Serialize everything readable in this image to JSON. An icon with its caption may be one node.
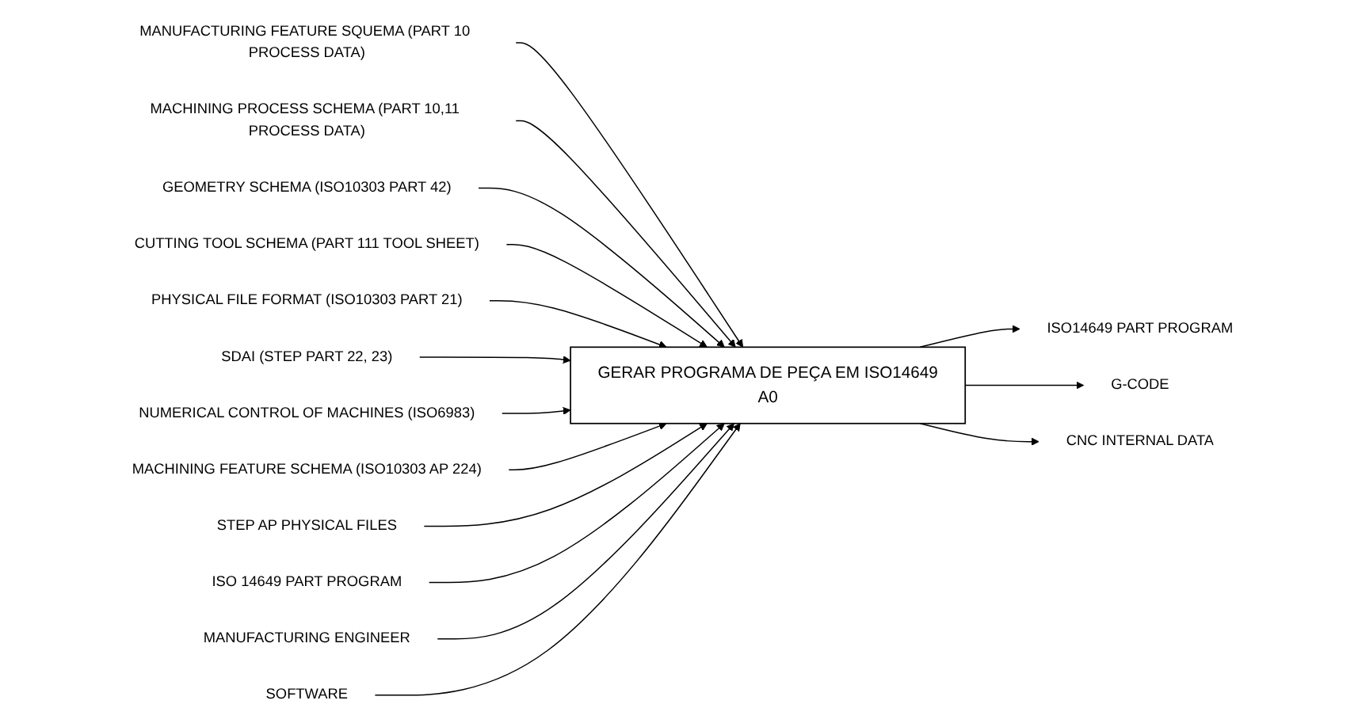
{
  "diagram": {
    "nodes": [
      {
        "text": [
          "MANUFACTURING FEATURE SQUEMA (PART 10 PROCESS DATA)"
        ]
      },
      {
        "text": [
          "MACHINING PROCESS SCHEMA (PART 10,11 PROCESS DATA)"
        ]
      },
      {
        "text": [
          "GEOMETRY SCHEMA (ISO10303 PART 42)"
        ]
      },
      {
        "text": [
          "CUTTING TOOL SCHEMA (PART 111 TOOL SHEET)"
        ]
      },
      {
        "text": [
          "PHYSICAL FILE FORMAT (ISO10303 PART 21)"
        ]
      },
      {
        "text": [
          "SDAI (STEP PART 22, 23)"
        ]
      },
      {
        "text": [
          "NUMERICAL CONTROL OF MACHINES (ISO6983)"
        ]
      },
      {
        "text": [
          "MACHINING FEATURE SCHEMA (ISO10303 AP 224)"
        ]
      },
      {
        "text": [
          "STEP AP PHYSICAL FILES"
        ]
      },
      {
        "text": [
          "ISO 14649 PART PROGRAM"
        ]
      },
      {
        "text": [
          "GERAR PROGRAMA DE PEÇA EM ISO14649",
          "A0"
        ]
      },
      {
        "text": [
          "ISO14649 PART PROGRAM"
        ]
      },
      {
        "text": [
          "G-CODE"
        ]
      },
      {
        "text": [
          "CNC INTERNAL DATA"
        ]
      },
      {
        "text": [
          "MANUFACTURING ENGINEER"
        ]
      },
      {
        "text": [
          "SOFTWARE"
        ]
      }
    ],
    "edges": [
      {
        "from": 0,
        "to": 10,
        "arrow": "to"
      },
      {
        "from": 1,
        "to": 10,
        "arrow": "to"
      },
      {
        "from": 2,
        "to": 10,
        "arrow": "to"
      },
      {
        "from": 3,
        "to": 10,
        "arrow": "to"
      },
      {
        "from": 4,
        "to": 10,
        "arrow": "to"
      },
      {
        "from": 5,
        "to": 10,
        "arrow": "to"
      },
      {
        "from": 6,
        "to": 10,
        "arrow": "to"
      },
      {
        "from": 7,
        "to": 10,
        "arrow": "to"
      },
      {
        "from": 8,
        "to": 10,
        "arrow": "to"
      },
      {
        "from": 9,
        "to": 10,
        "arrow": "to"
      },
      {
        "from": 10,
        "to": 11,
        "arrow": "to"
      },
      {
        "from": 10,
        "to": 12,
        "arrow": "to"
      },
      {
        "from": 10,
        "to": 13,
        "arrow": "to"
      },
      {
        "from": 14,
        "to": 10,
        "arrow": "to"
      },
      {
        "from": 15,
        "to": 10,
        "arrow": "to"
      }
    ]
  }
}
